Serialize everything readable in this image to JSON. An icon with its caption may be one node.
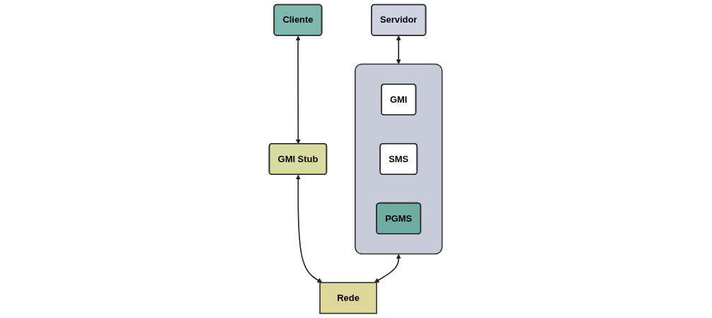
{
  "diagram": {
    "nodes": [
      {
        "text": [
          "Servidor"
        ]
      },
      {
        "text": [
          "Cliente"
        ]
      },
      {
        "text": [],
        "shape": "box"
      },
      {
        "text": [
          "GMI"
        ],
        "in": 2
      },
      {
        "text": [
          "SMS"
        ],
        "in": 2
      },
      {
        "text": [
          "PGMS"
        ],
        "in": 2
      },
      {
        "text": [
          "GMI Stub"
        ]
      },
      {
        "text": [
          "Rede"
        ]
      }
    ],
    "edges": [
      {
        "from": 0,
        "to": 2,
        "arrow": "both"
      },
      {
        "from": 1,
        "to": 6,
        "arrow": "both"
      },
      {
        "from": 2,
        "to": 7,
        "arrow": "both"
      },
      {
        "from": 6,
        "to": 7,
        "arrow": "both"
      }
    ]
  }
}
